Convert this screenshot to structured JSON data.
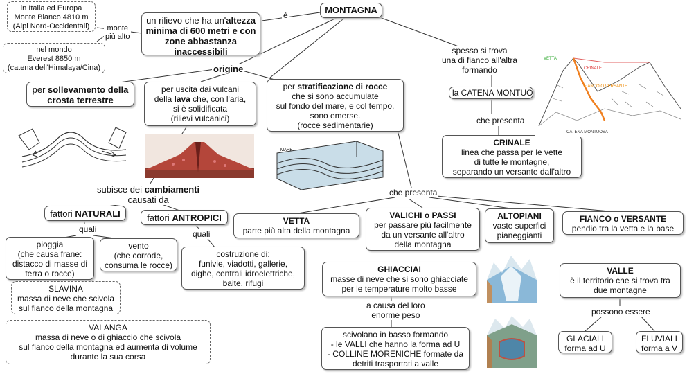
{
  "root": "MONTAGNA",
  "e_label": "è",
  "definition": {
    "pre": "un rilievo che ha un'",
    "bold": "altezza minima di 600 metri e con zone abbastanza inaccessibili"
  },
  "monte_piu_alto": [
    "monte",
    "più alto"
  ],
  "italia": [
    "in Italia ed Europa",
    "Monte Bianco 4810 m",
    "(Alpi Nord-Occidentali)"
  ],
  "mondo": [
    "nel mondo",
    "Everest 8850 m",
    "(catena dell'Himalaya/Cina)"
  ],
  "origine": "origine",
  "sollevamento": {
    "pre": "per ",
    "bold": "sollevamento della crosta terrestre"
  },
  "vulcani": {
    "l1": "per uscita dai vulcani",
    "l2_pre": "della ",
    "l2_bold": "lava",
    "l2_post": " che, con l'aria,",
    "l3": "si è solidificata",
    "l4": "(rilievi vulcanici)"
  },
  "stratificazione": {
    "pre": "per ",
    "bold": "stratificazione di rocce",
    "l2": "che si sono accumulate",
    "l3": "sul fondo del mare, e col tempo,",
    "l4": "sono emerse.",
    "l5": "(rocce sedimentarie)"
  },
  "spesso": [
    "spesso si trova",
    "una di fianco all'altra",
    "formando"
  ],
  "catena": "la CATENA MONTUOSA",
  "che_presenta_1": "che presenta",
  "crinale": {
    "title": "CRINALE",
    "lines": [
      "linea che passa per le vette",
      "di tutte le montagne,",
      "separando un versante dall'altro"
    ]
  },
  "cambiamenti": {
    "pre": "subisce dei ",
    "bold": "cambiamenti",
    "l2": "causati da"
  },
  "naturali": {
    "pre": "fattori ",
    "bold": "NATURALI"
  },
  "antropici": {
    "pre": "fattori ",
    "bold": "ANTROPICI"
  },
  "quali": "quali",
  "quali2": "quali",
  "pioggia": [
    "pioggia",
    "(che causa frane:",
    "distacco di masse di",
    "terra o rocce)"
  ],
  "vento": [
    "vento",
    "(che corrode,",
    "consuma le rocce)"
  ],
  "costruzione": [
    "costruzione di:",
    "funivie, viadotti, gallerie,",
    "dighe, centrali idroelettriche,",
    "baite, rifugi"
  ],
  "slavina": [
    "SLAVINA",
    "massa di neve che scivola",
    "sul fianco della montagna"
  ],
  "valanga": [
    "VALANGA",
    "massa di neve o di ghiaccio che scivola",
    "sul fianco della montagna ed aumenta di volume",
    "durante la sua corsa"
  ],
  "che_presenta_2": "che presenta",
  "vetta": {
    "title": "VETTA",
    "text": "parte più alta della montagna"
  },
  "valichi": {
    "title": "VALICHI o PASSI",
    "lines": [
      "per passare più facilmente",
      "da un versante all'altro",
      "della montagna"
    ]
  },
  "altopiani": {
    "title": "ALTOPIANI",
    "lines": [
      "vaste superfici",
      "pianeggianti"
    ]
  },
  "fianco": {
    "title": "FIANCO o VERSANTE",
    "text": "pendio tra la vetta e la base"
  },
  "ghiacciai": {
    "title": "GHIACCIAI",
    "lines": [
      "masse di neve che si sono ghiacciate",
      "per le temperature molto basse"
    ]
  },
  "causa": [
    "a causa del loro",
    "enorme peso"
  ],
  "scivolano": [
    "scivolano in basso formando",
    "- le VALLI che hanno la forma ad U",
    "- COLLINE MORENICHE formate da",
    "detriti trasportati a valle"
  ],
  "valle": {
    "title": "VALLE",
    "lines": [
      "è il territorio che si trova tra",
      "due montagne"
    ]
  },
  "possono": "possono essere",
  "glaciali": [
    "GLACIALI",
    "forma ad U"
  ],
  "fluviali": [
    "FLUVIALI",
    "forma a V"
  ],
  "mountain_labels": {
    "vetta": "VETTA",
    "crinale": "CRINALE",
    "fianco": "FIANCO O VERSANTE",
    "catena": "CATENA MONTUOSA"
  },
  "sediment_label": "MARE"
}
